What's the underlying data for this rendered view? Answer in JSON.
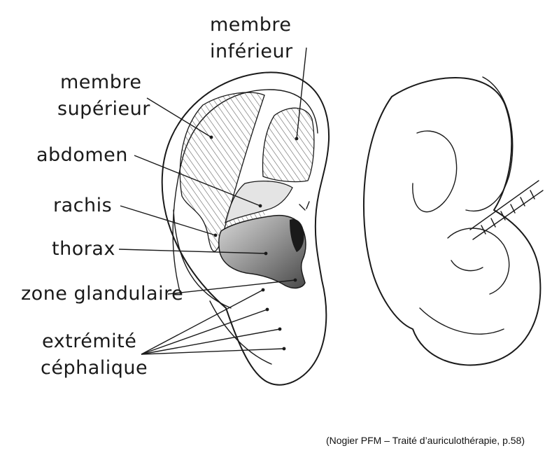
{
  "labels": {
    "membre_inferieur_1": "membre",
    "membre_inferieur_2": "inférieur",
    "membre_superieur_1": "membre",
    "membre_superieur_2": "supérieur",
    "abdomen": "abdomen",
    "rachis": "rachis",
    "thorax": "thorax",
    "zone_glandulaire": "zone glandulaire",
    "extremite_cephalique_1": "extrémité",
    "extremite_cephalique_2": "céphalique"
  },
  "caption": "(Nogier PFM – Traité d’auriculothérapie, p.58)",
  "colors": {
    "ink": "#1a1a1a",
    "hatch": "#555555",
    "shade_dark": "#4a4a4a",
    "shade_light": "#d8d8d8"
  }
}
